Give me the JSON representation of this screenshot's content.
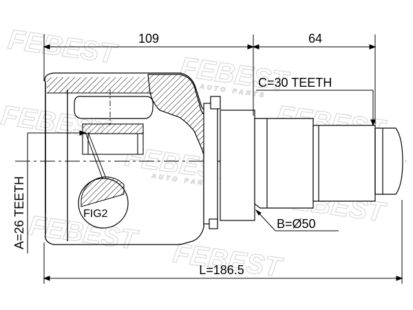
{
  "watermark": {
    "brand": "FEBEST",
    "tagline": "AUTO PARTS"
  },
  "dimensions": {
    "top_left_length": "109",
    "top_right_length": "64",
    "overall_length": "L=186.5",
    "outer_spline": "C=30 TEETH",
    "inner_spline": "A=26 TEETH",
    "seal_diameter": "B=Ø50"
  },
  "callouts": {
    "detail_label": "FIG2"
  },
  "colors": {
    "line": "#000000",
    "watermark": "#d9d9d9"
  }
}
